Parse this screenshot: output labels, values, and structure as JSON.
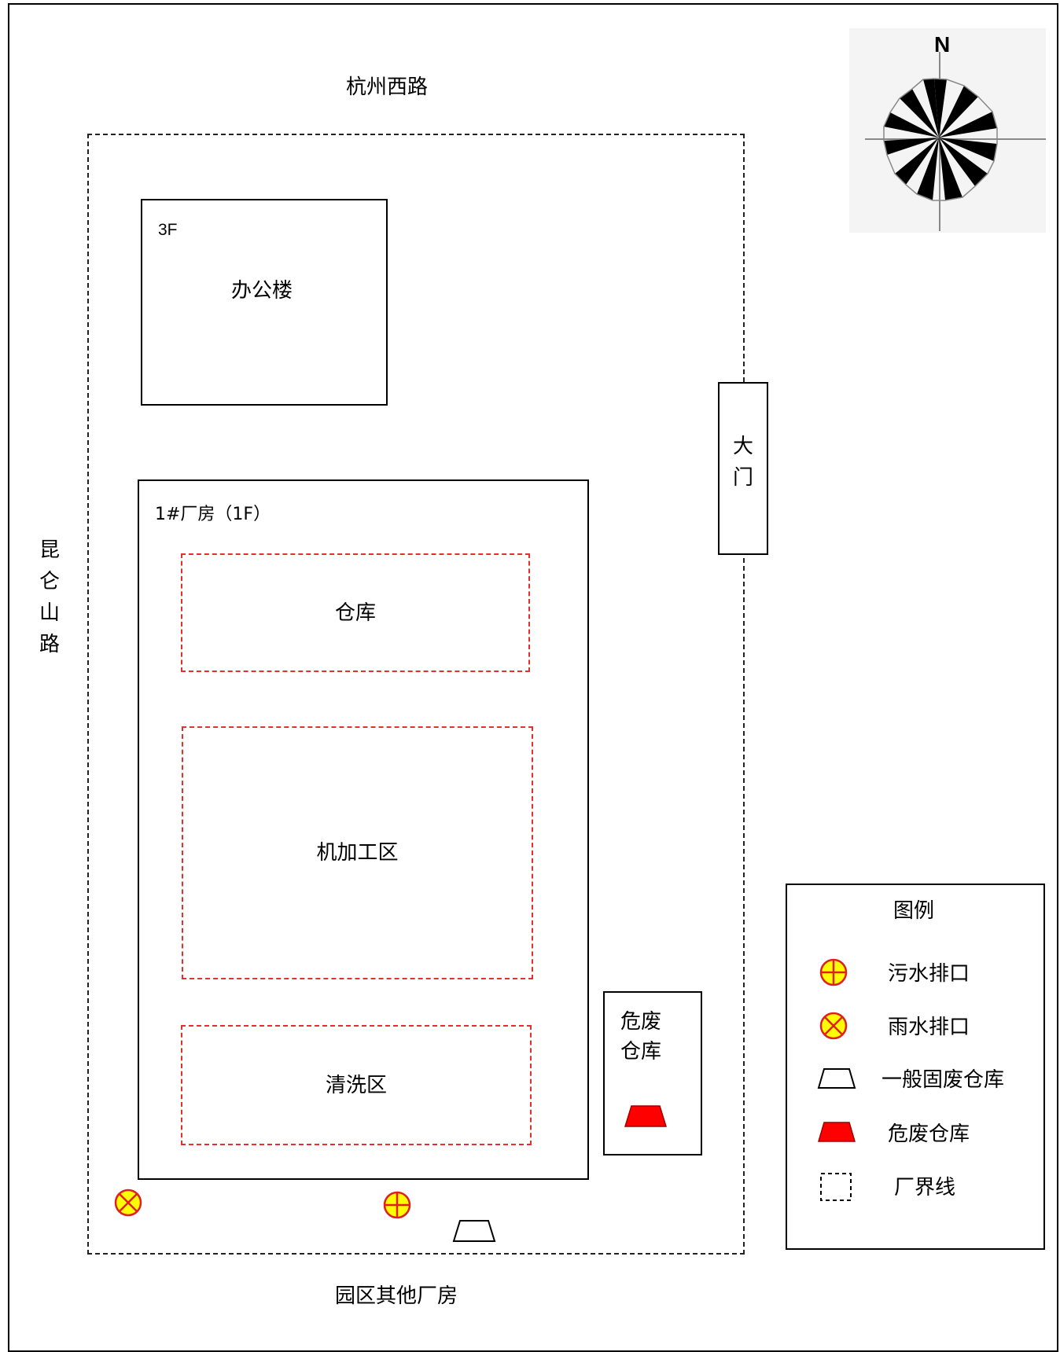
{
  "roads": {
    "north": "杭州西路",
    "west": "昆仑山路",
    "south": "园区其他厂房"
  },
  "compass": {
    "north_label": "N"
  },
  "office": {
    "floor": "3F",
    "name": "办公楼"
  },
  "gate": {
    "label": "大门"
  },
  "factory": {
    "label": "1#厂房（1F）",
    "zones": [
      "仓库",
      "机加工区",
      "清洗区"
    ]
  },
  "hazard_store": {
    "label": "危废仓库"
  },
  "legend": {
    "title": "图例",
    "items": [
      {
        "icon": "sewage-outlet-icon",
        "label": "污水排口"
      },
      {
        "icon": "rainwater-outlet-icon",
        "label": "雨水排口"
      },
      {
        "icon": "general-solid-waste-store-icon",
        "label": "一般固废仓库"
      },
      {
        "icon": "hazardous-waste-store-icon",
        "label": "危废仓库"
      },
      {
        "icon": "boundary-line-icon",
        "label": "厂界线"
      }
    ]
  },
  "colors": {
    "hazard": "#ff0000",
    "outlet_fill": "#ffff00",
    "outlet_stroke": "#e02020",
    "zone_border": "#e03030"
  }
}
